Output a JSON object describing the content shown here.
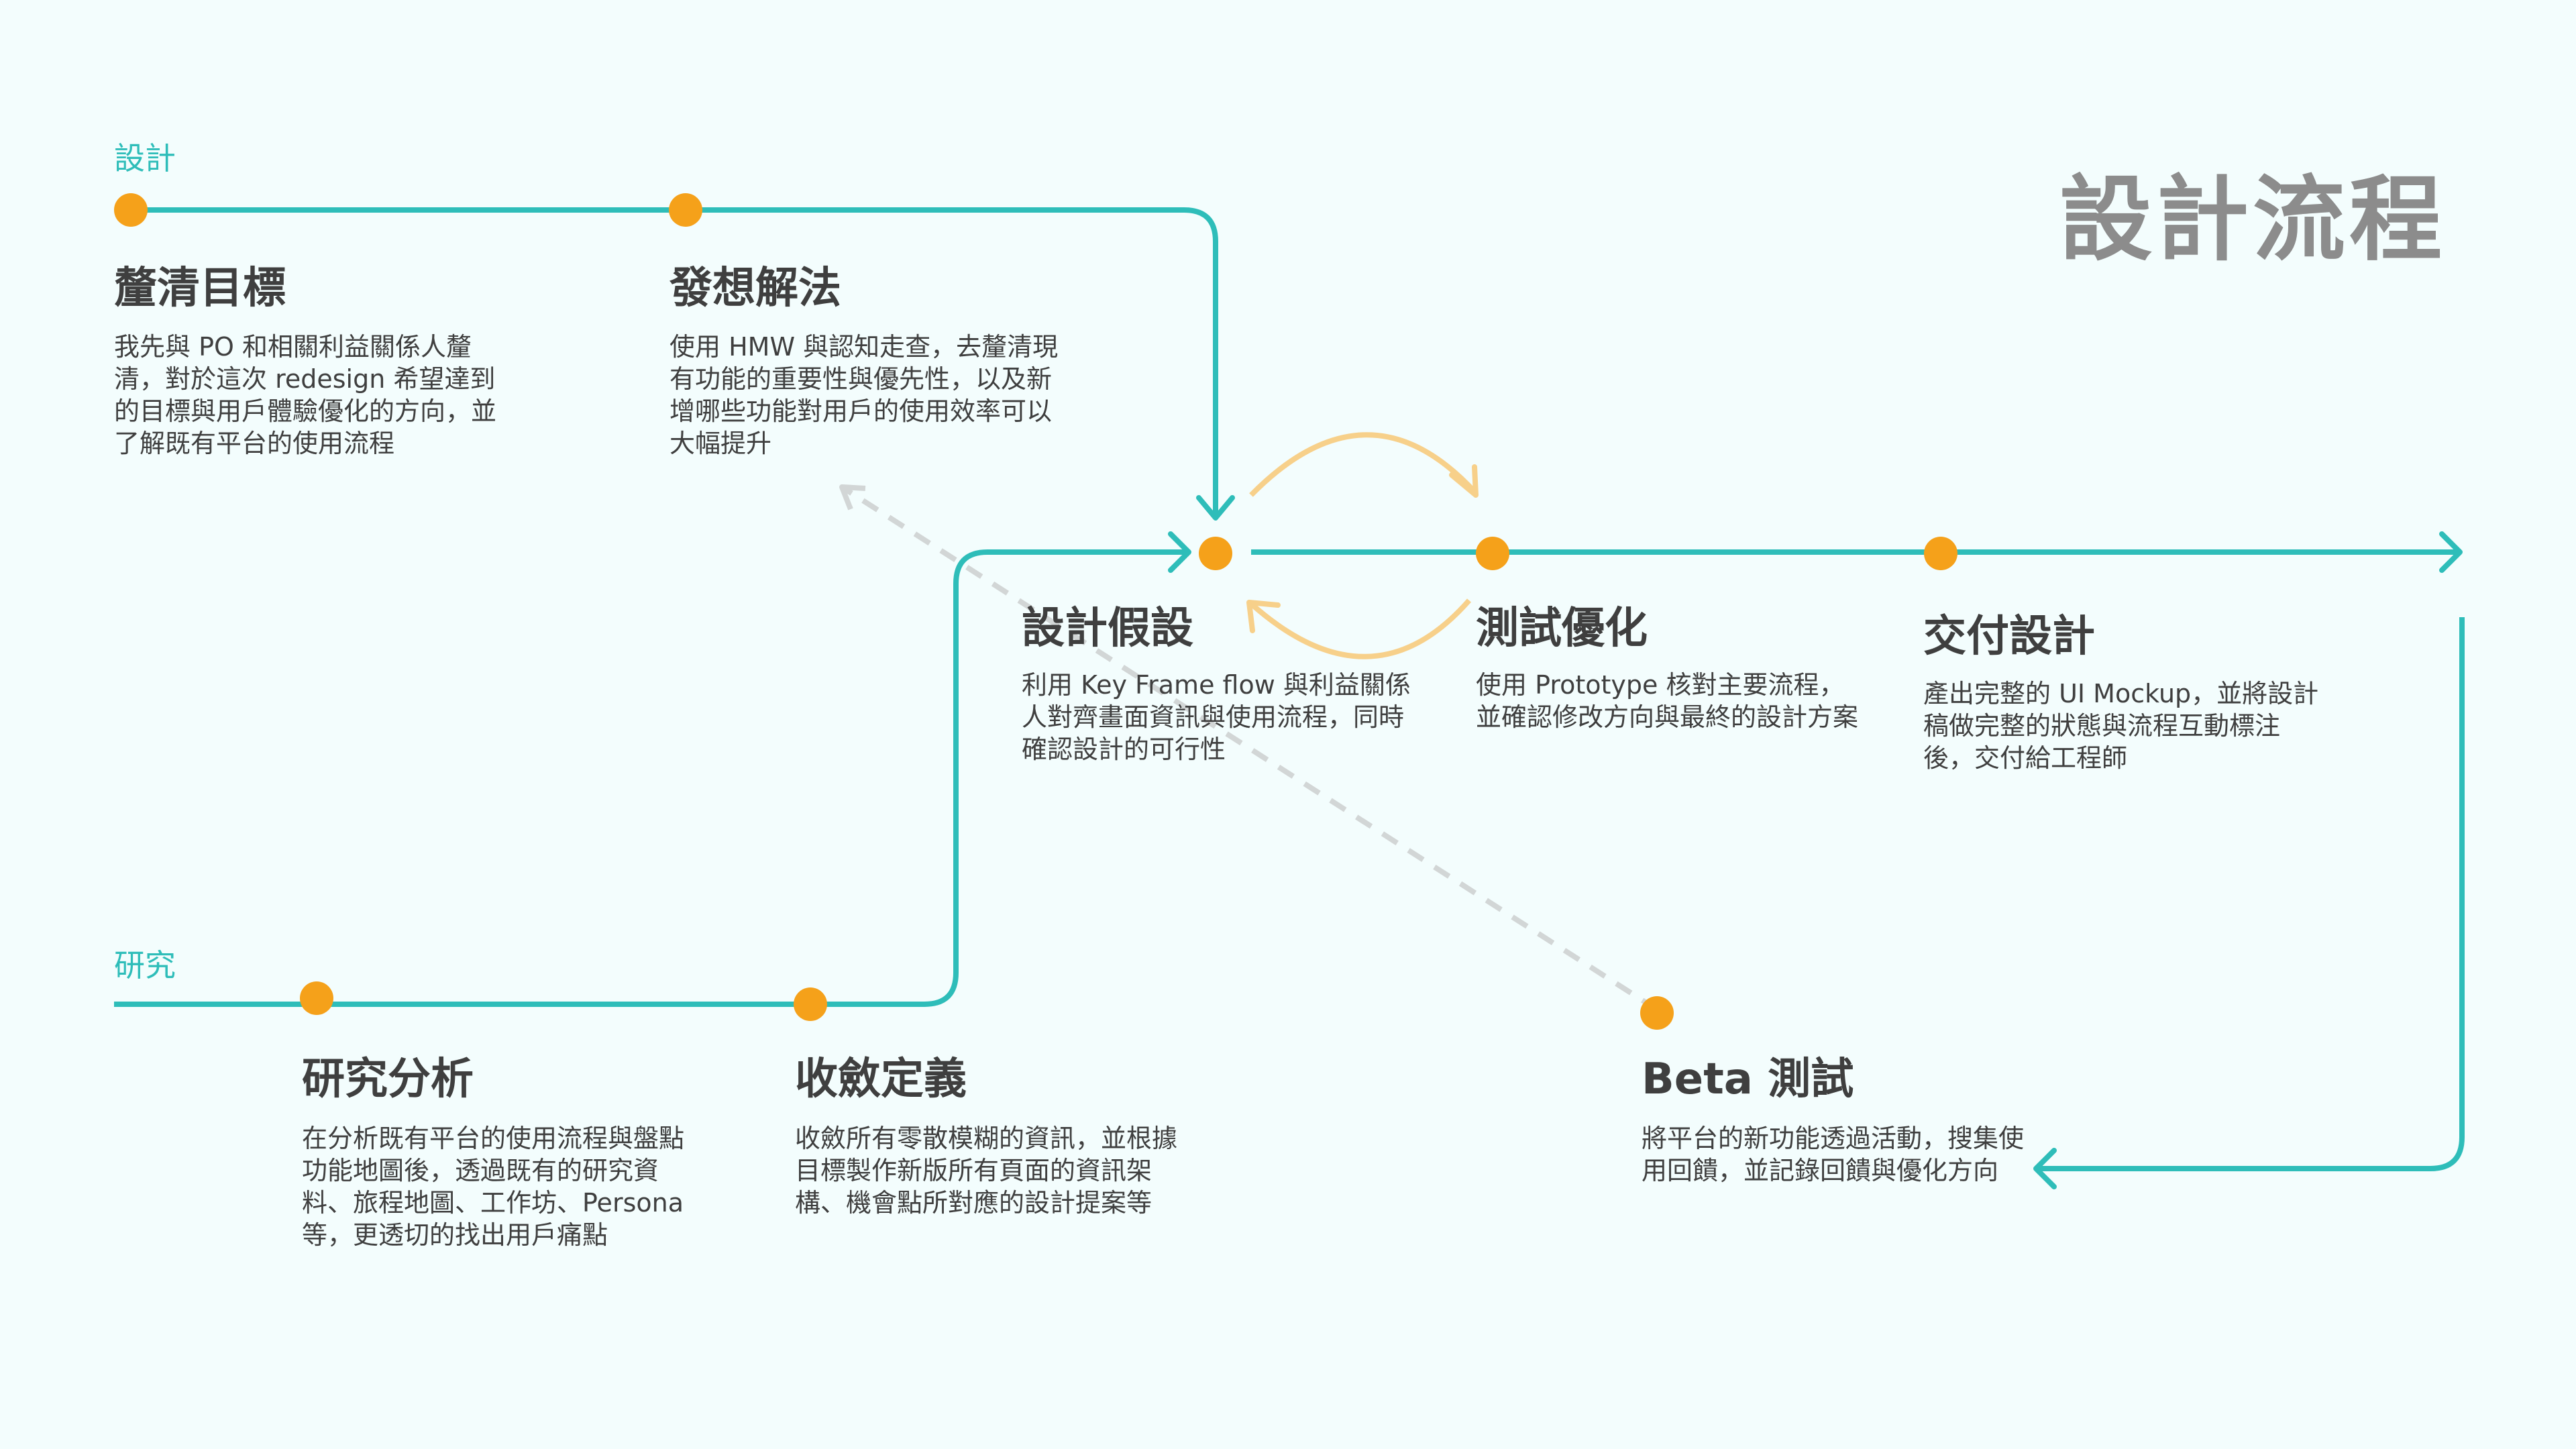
{
  "title": "設計流程",
  "lanes": {
    "design": "設計",
    "research": "研究"
  },
  "steps": [
    {
      "title": "釐清目標",
      "desc": "我先與 PO 和相關利益關係人釐清，對於這次 redesign 希望達到的目標與用戶體驗優化的方向，並了解既有平台的使用流程"
    },
    {
      "title": "發想解法",
      "desc": "使用 HMW 與認知走查，去釐清現有功能的重要性與優先性，以及新增哪些功能對用戶的使用效率可以大幅提升"
    },
    {
      "title": "設計假設",
      "desc": "利用 Key Frame flow 與利益關係人對齊畫面資訊與使用流程，同時確認設計的可行性"
    },
    {
      "title": "測試優化",
      "desc": "使用 Prototype 核對主要流程，並確認修改方向與最終的設計方案"
    },
    {
      "title": "交付設計",
      "desc": "產出完整的 UI Mockup，並將設計稿做完整的狀態與流程互動標注後，交付給工程師"
    },
    {
      "title": "研究分析",
      "desc": "在分析既有平台的使用流程與盤點功能地圖後，透過既有的研究資料、旅程地圖、工作坊、Persona 等，更透切的找出用戶痛點"
    },
    {
      "title": "收斂定義",
      "desc": "收斂所有零散模糊的資訊，並根據目標製作新版所有頁面的資訊架構、機會點所對應的設計提案等"
    },
    {
      "title": "Beta 測試",
      "desc": "將平台的新功能透過活動，搜集使用回饋，並記錄回饋與優化方向"
    }
  ],
  "colors": {
    "background": "#f3fdfd",
    "line": "#2ebdb9",
    "node": "#f5a11a",
    "loop": "#f7d08a",
    "dashed": "#d2d6d6",
    "title": "#8c8c8c",
    "text": "#3f3f3f"
  }
}
